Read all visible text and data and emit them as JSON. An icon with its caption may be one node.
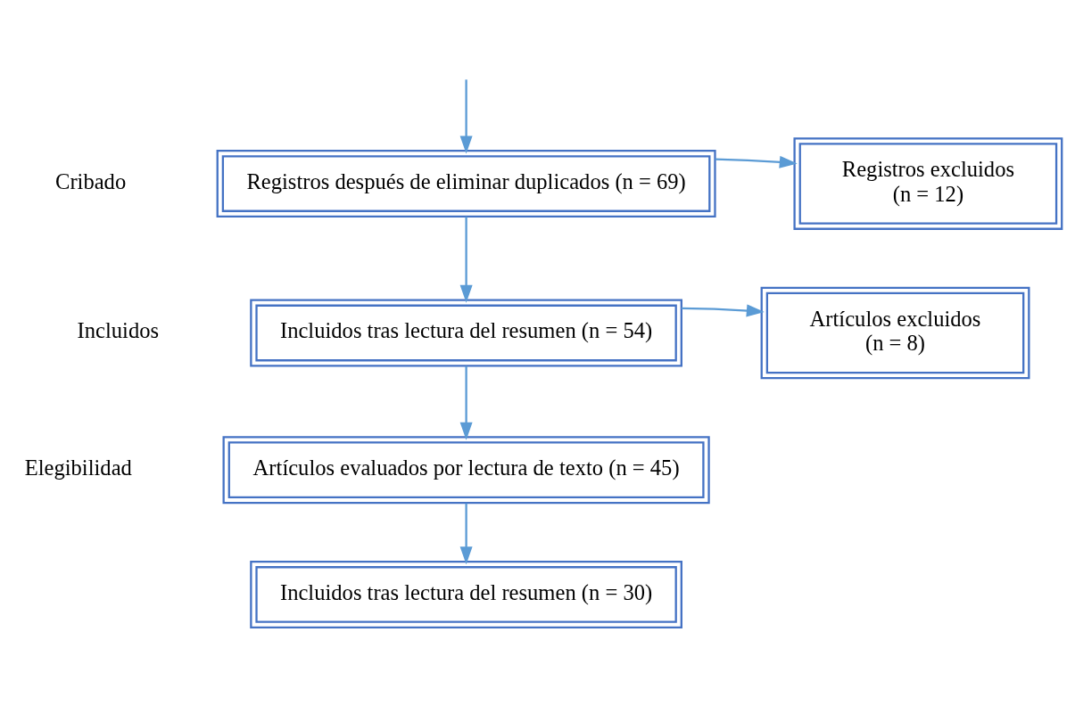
{
  "diagram": {
    "nodes": [
      {
        "text": [
          "Registros después de eliminar duplicados (n = 69)"
        ]
      },
      {
        "text": [
          "Registros excluidos",
          "(n = 12)"
        ]
      },
      {
        "text": [
          "Incluidos tras lectura del resumen (n = 54)"
        ]
      },
      {
        "text": [
          "Artículos excluidos",
          "(n = 8)"
        ]
      },
      {
        "text": [
          "Artículos evaluados por lectura de texto (n = 45)"
        ]
      },
      {
        "text": [
          "Incluidos tras lectura del resumen (n = 30)"
        ]
      }
    ],
    "edges": [
      {
        "from": null,
        "to": 0,
        "arrow": "to"
      },
      {
        "from": 0,
        "to": 1,
        "arrow": "to"
      },
      {
        "from": 0,
        "to": 2,
        "arrow": "to"
      },
      {
        "from": 2,
        "to": 3,
        "arrow": "to"
      },
      {
        "from": 2,
        "to": 4,
        "arrow": "to"
      },
      {
        "from": 4,
        "to": 5,
        "arrow": "to"
      }
    ],
    "labels": [
      "Cribado",
      "Incluidos",
      "Elegibilidad"
    ]
  }
}
